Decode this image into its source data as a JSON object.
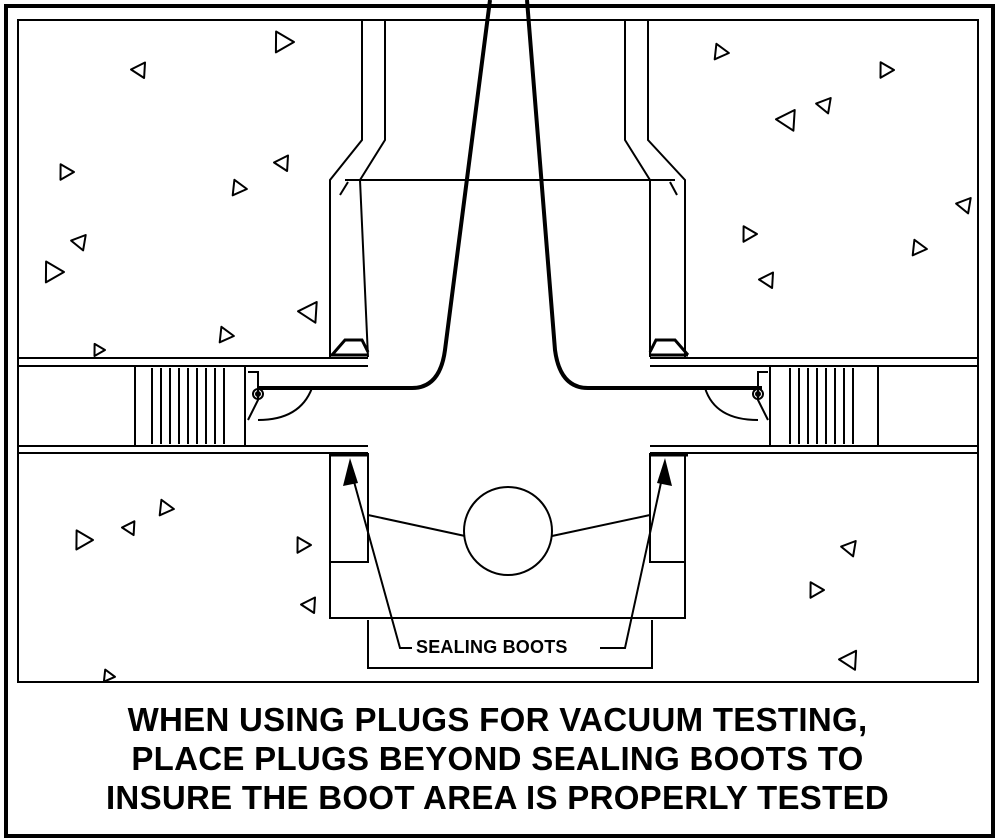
{
  "diagram": {
    "callout_label": "SEALING BOOTS",
    "caption_lines": [
      "WHEN USING PLUGS FOR VACUUM TESTING,",
      "PLACE PLUGS BEYOND SEALING BOOTS TO",
      "INSURE THE BOOT AREA IS PROPERLY TESTED"
    ],
    "colors": {
      "ink": "#000000",
      "paper": "#ffffff"
    },
    "icons": [
      "aggregate-stone-icon",
      "arrow-up-icon",
      "pipe-plug-icon",
      "clamp-icon",
      "inflatable-ball-plug-icon"
    ]
  }
}
